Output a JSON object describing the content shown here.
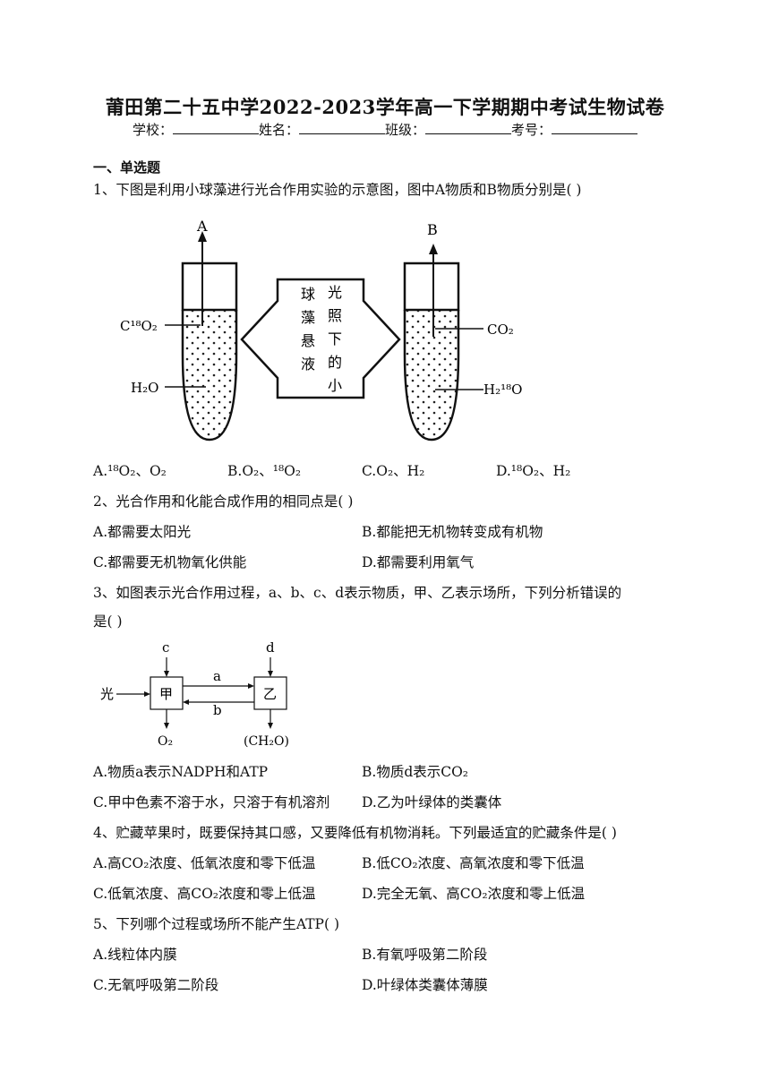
{
  "doc": {
    "title": "莆田第二十五中学2022-2023学年高一下学期期中考试生物试卷",
    "info": {
      "school": "学校：",
      "name": "姓名：",
      "class": "班级：",
      "number": "考号："
    },
    "section": "一、单选题"
  },
  "q1": {
    "stem": "1、下图是利用小球藻进行光合作用实验的示意图，图中A物质和B物质分别是(   )",
    "figure": {
      "label_a": "A",
      "label_b": "B",
      "left_top": "C¹⁸O₂",
      "left_bottom": "H₂O",
      "right_top": "CO₂",
      "right_bottom": "H₂¹⁸O",
      "arrow_col1": [
        "光",
        "照",
        "下",
        "的",
        "小"
      ],
      "arrow_col2": [
        "球",
        "藻",
        "悬",
        "液"
      ]
    },
    "options": [
      "A.¹⁸O₂、O₂",
      "B.O₂、¹⁸O₂",
      "C.O₂、H₂",
      "D.¹⁸O₂、H₂"
    ]
  },
  "q2": {
    "stem": "2、光合作用和化能合成作用的相同点是(   )",
    "options": [
      "A.都需要太阳光",
      "B.都能把无机物转变成有机物",
      "C.都需要无机物氧化供能",
      "D.都需要利用氧气"
    ]
  },
  "q3": {
    "stem_line1": "3、如图表示光合作用过程，a、b、c、d表示物质，甲、乙表示场所，下列分析错误的",
    "stem_line2": "是(   )",
    "figure": {
      "light": "光",
      "box1": "甲",
      "box2": "乙",
      "c": "c",
      "d": "d",
      "a": "a",
      "b": "b",
      "o2": "O₂",
      "ch2o": "(CH₂O)"
    },
    "options": [
      "A.物质a表示NADPH和ATP",
      "B.物质d表示CO₂",
      "C.甲中色素不溶于水，只溶于有机溶剂",
      "D.乙为叶绿体的类囊体"
    ]
  },
  "q4": {
    "stem": "4、贮藏苹果时，既要保持其口感，又要降低有机物消耗。下列最适宜的贮藏条件是(   )",
    "options": [
      "A.高CO₂浓度、低氧浓度和零下低温",
      "B.低CO₂浓度、高氧浓度和零下低温",
      "C.低氧浓度、高CO₂浓度和零上低温",
      "D.完全无氧、高CO₂浓度和零上低温"
    ]
  },
  "q5": {
    "stem": "5、下列哪个过程或场所不能产生ATP(   )",
    "options": [
      "A.线粒体内膜",
      "B.有氧呼吸第二阶段",
      "C.无氧呼吸第二阶段",
      "D.叶绿体类囊体薄膜"
    ]
  }
}
